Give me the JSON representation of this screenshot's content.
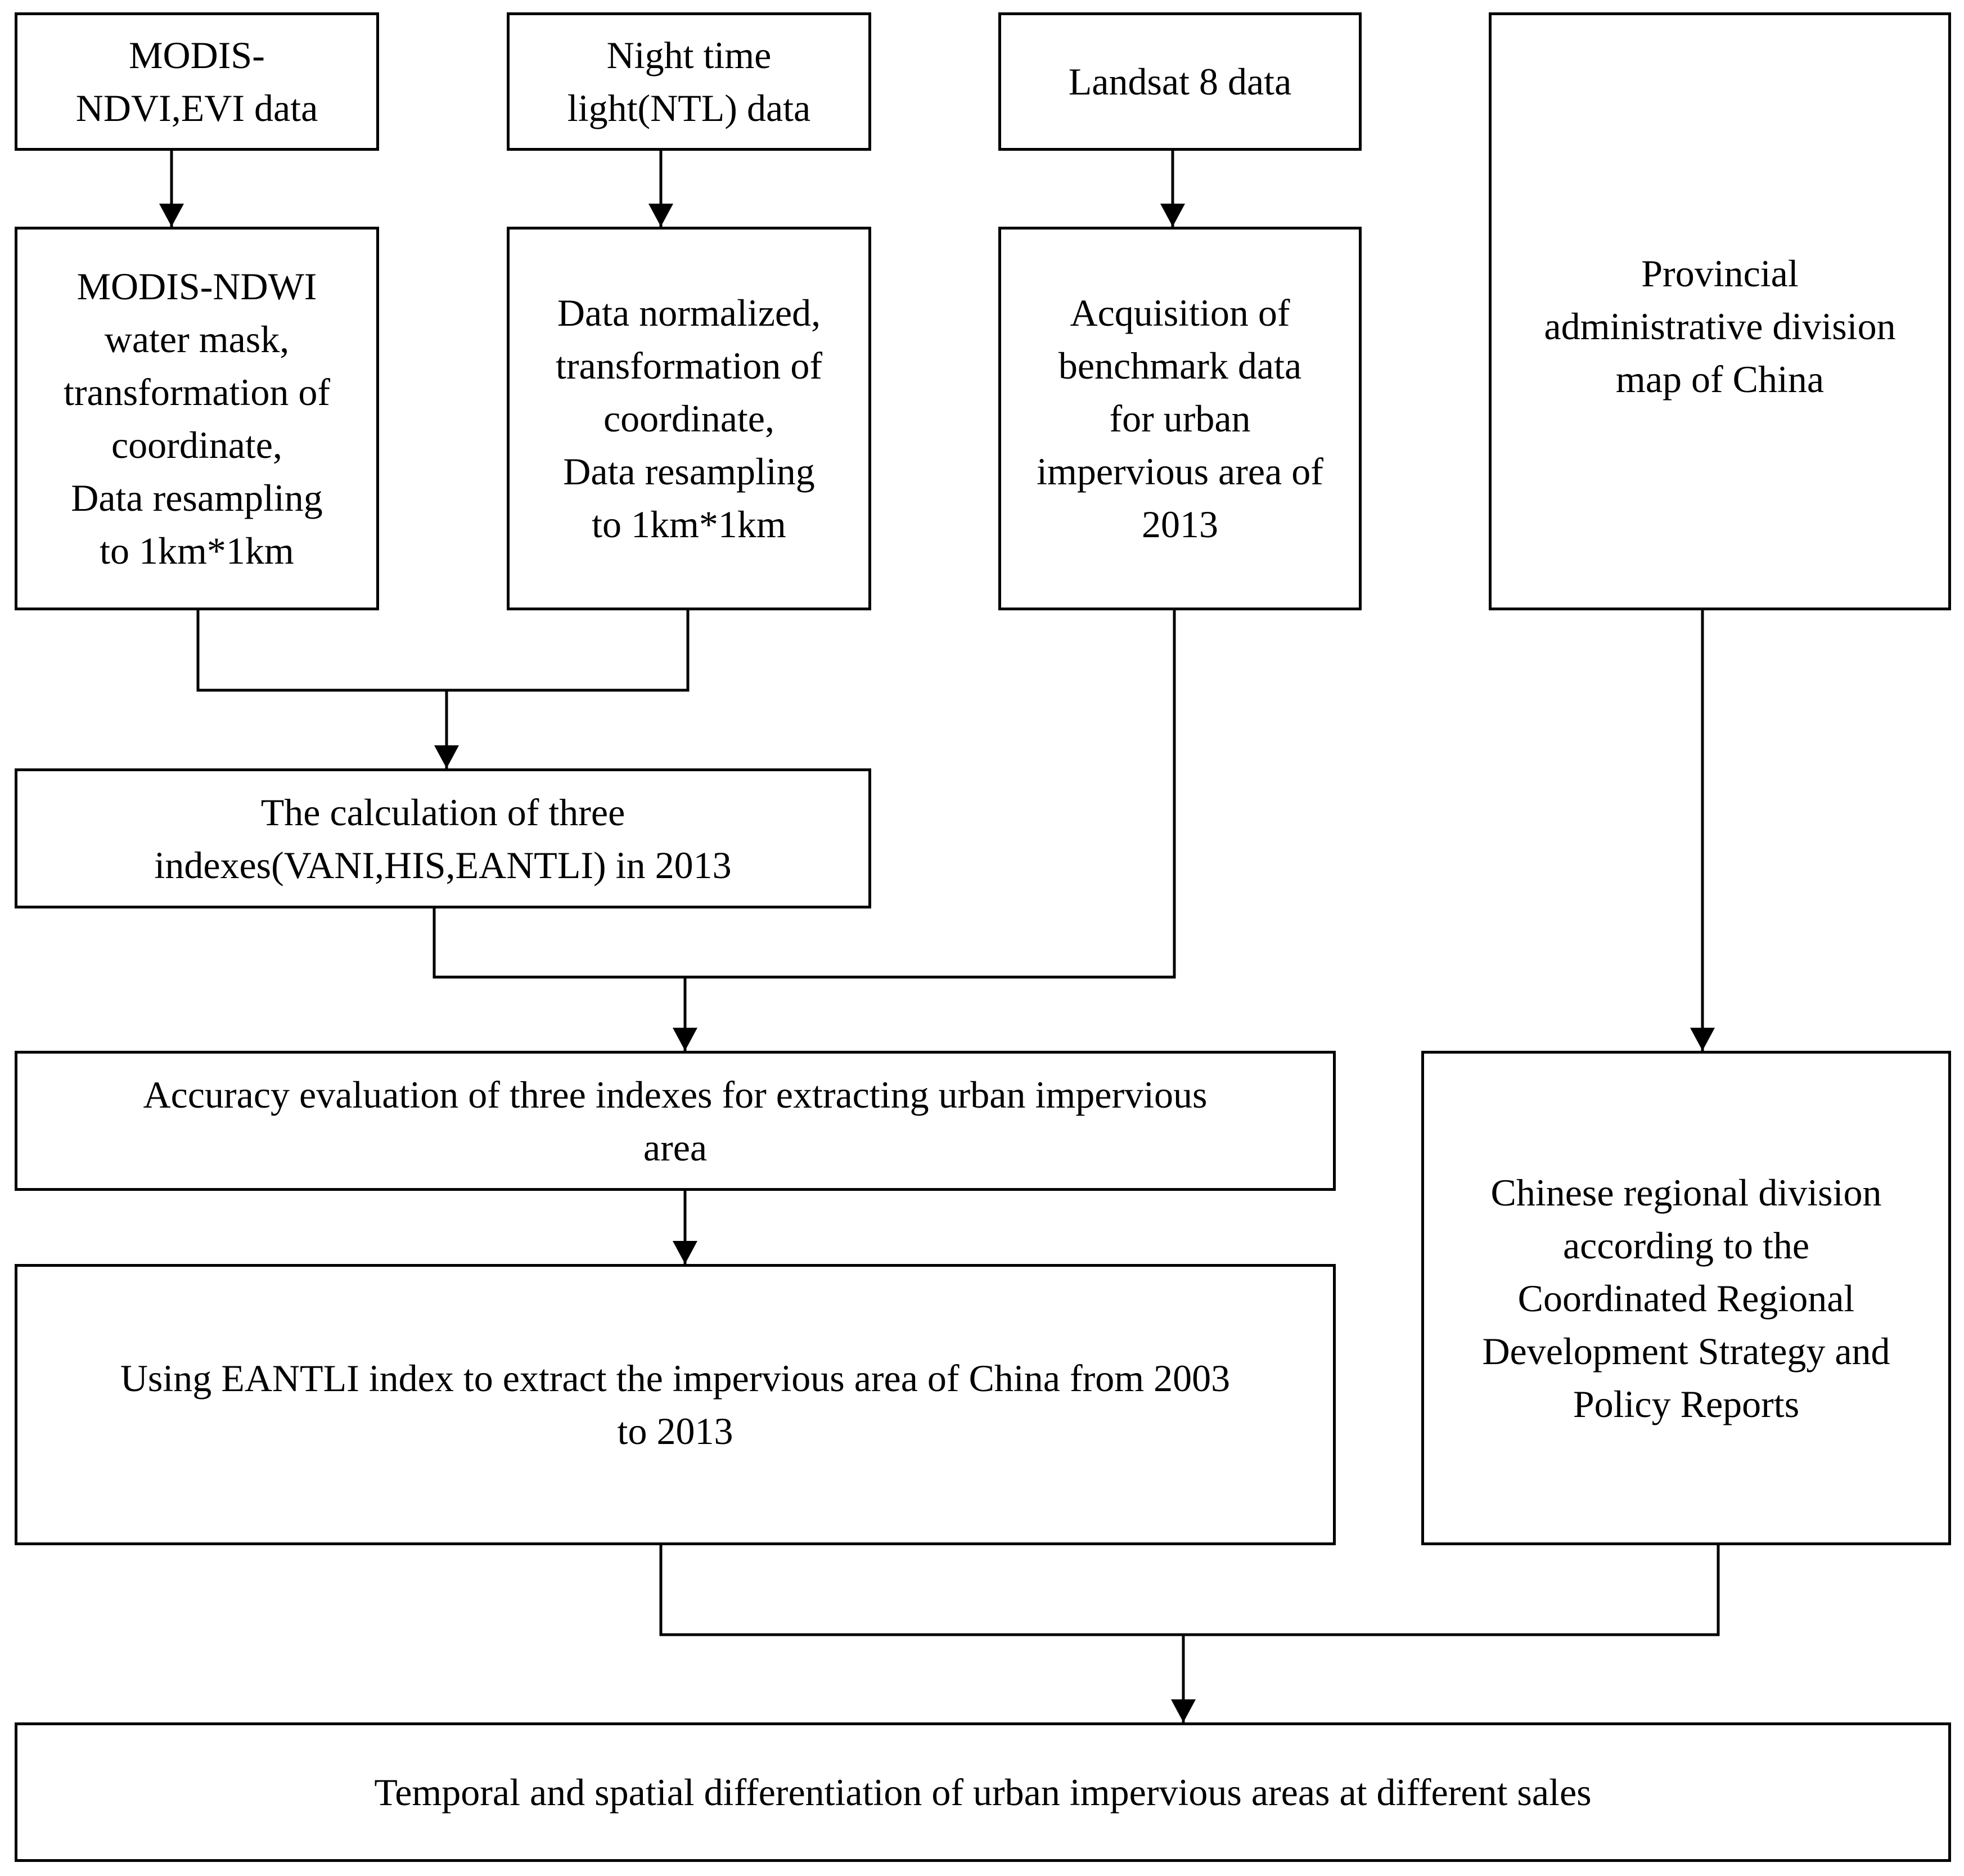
{
  "nodes": {
    "modis_ndvi_evi": "MODIS-\nNDVI,EVI data",
    "night_time_light": "Night time\nlight(NTL) data",
    "landsat8": "Landsat 8 data",
    "provincial_map": "Provincial\nadministrative division\nmap of China",
    "modis_ndwi_processing": "MODIS-NDWI\nwater mask,\ntransformation of\ncoordinate,\nData resampling\nto 1km*1km",
    "ntl_processing": "Data normalized,\ntransformation of\ncoordinate,\nData resampling\nto 1km*1km",
    "benchmark_acquisition": "Acquisition of\nbenchmark data\nfor urban\nimpervious area of\n2013",
    "index_calculation": "The calculation of three\nindexes(VANI,HIS,EANTLI) in 2013",
    "accuracy_evaluation": "Accuracy evaluation of three indexes for extracting urban impervious\narea",
    "regional_division": "Chinese regional division\naccording to the\nCoordinated Regional\nDevelopment Strategy and\nPolicy Reports",
    "eantli_extraction": "Using EANTLI index to extract the impervious area of China from 2003\nto 2013",
    "differentiation": "Temporal and spatial differentiation of urban impervious areas at different sales"
  }
}
